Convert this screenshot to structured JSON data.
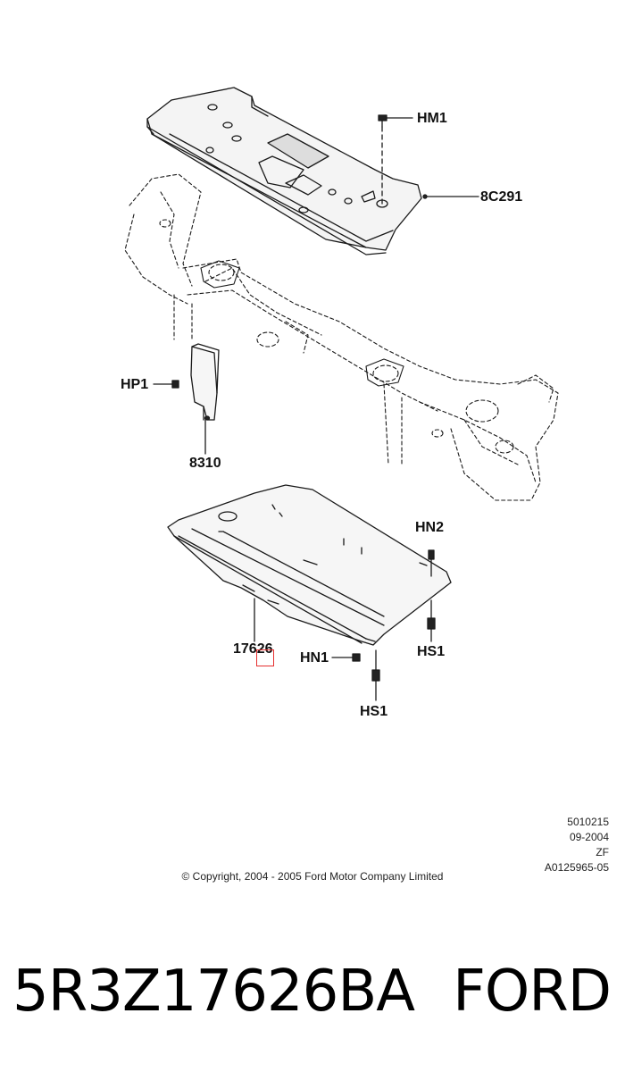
{
  "diagram": {
    "callouts": {
      "hm1": "HM1",
      "c8c291": "8C291",
      "hp1": "HP1",
      "p8310": "8310",
      "hn2": "HN2",
      "p17626": "17626",
      "hn1": "HN1",
      "hs1_right": "HS1",
      "hs1_bottom": "HS1"
    },
    "highlight_color": "#e53030"
  },
  "meta": {
    "line1": "5010215",
    "line2": "09-2004",
    "line3": "ZF",
    "line4": "A0125965-05"
  },
  "copyright": "© Copyright, 2004 - 2005 Ford Motor Company Limited",
  "footer": {
    "part_number": "5R3Z17626BA",
    "brand": "FORD"
  }
}
